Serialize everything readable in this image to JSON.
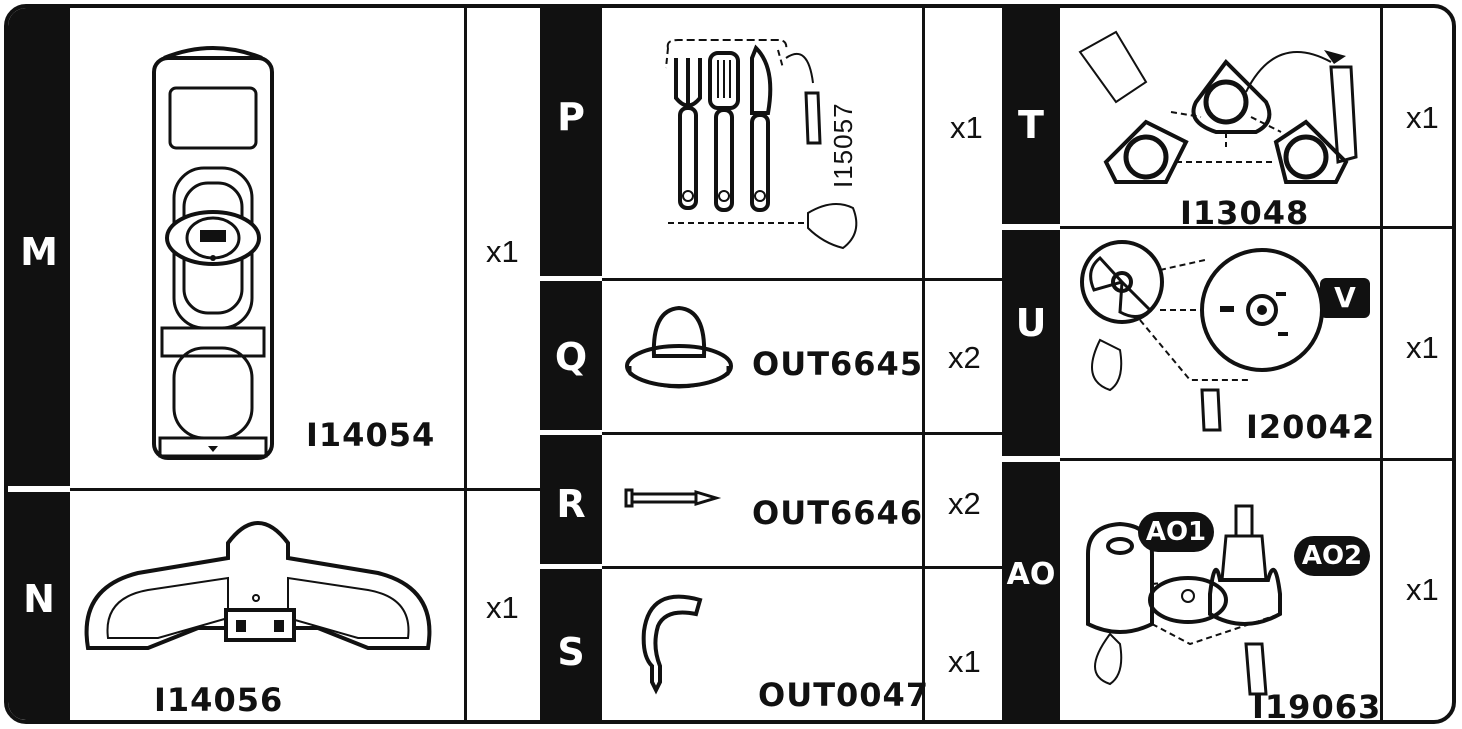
{
  "parts": {
    "M": {
      "letter": "M",
      "code": "I14054",
      "qty": "x1"
    },
    "N": {
      "letter": "N",
      "code": "I14056",
      "qty": "x1"
    },
    "P": {
      "letter": "P",
      "code": "I15057",
      "qty": "x1"
    },
    "Q": {
      "letter": "Q",
      "code": "OUT6645",
      "qty": "x2"
    },
    "R": {
      "letter": "R",
      "code": "OUT6646",
      "qty": "x2"
    },
    "S": {
      "letter": "S",
      "code": "OUT0047",
      "qty": "x1"
    },
    "T": {
      "letter": "T",
      "code": "I13048",
      "qty": "x1"
    },
    "U": {
      "letter": "U",
      "code": "I20042",
      "qty": "x1",
      "badge": "V"
    },
    "AO": {
      "letter": "AO",
      "code": "I19063",
      "qty": "x1",
      "badge1": "AO1",
      "badge2": "AO2"
    }
  },
  "colors": {
    "ink": "#111111",
    "paper": "#ffffff"
  }
}
